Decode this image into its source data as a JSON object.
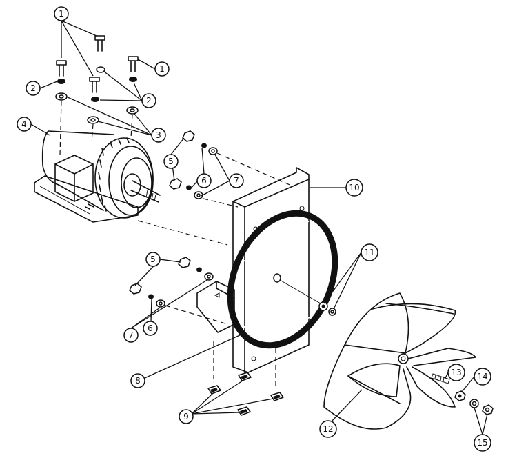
{
  "callouts": {
    "c1a": "1",
    "c1b": "1",
    "c2a": "2",
    "c2b": "2",
    "c3": "3",
    "c4": "4",
    "c5a": "5",
    "c5b": "5",
    "c6a": "6",
    "c6b": "6",
    "c7a": "7",
    "c7b": "7",
    "c8": "8",
    "c9": "9",
    "c10": "10",
    "c11": "11",
    "c12": "12",
    "c13": "13",
    "c14": "14",
    "c15": "15"
  },
  "colors": {
    "ink": "#111111",
    "paper": "#ffffff"
  }
}
